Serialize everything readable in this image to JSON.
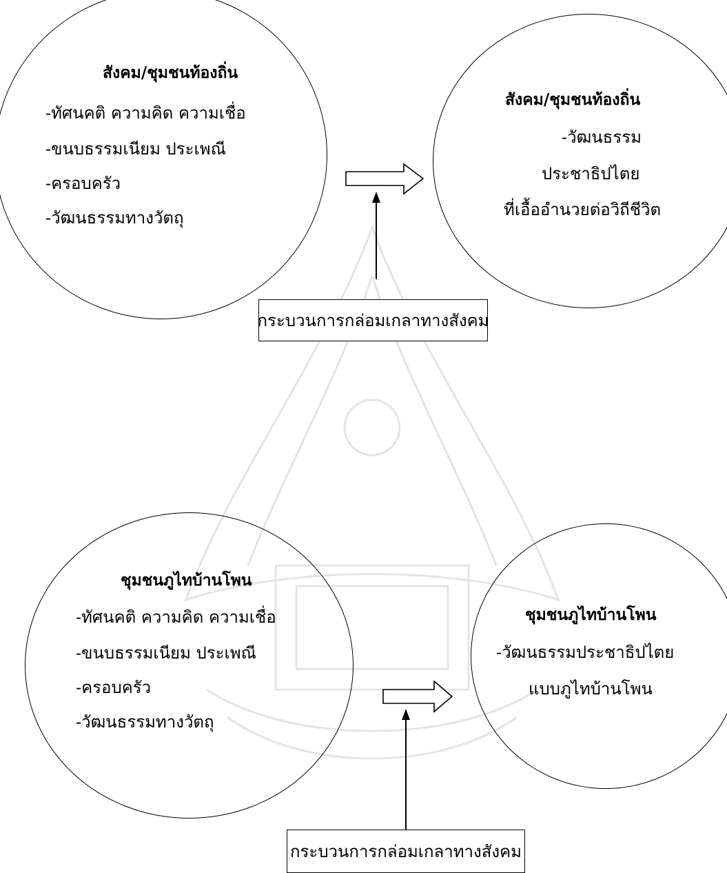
{
  "diagram_top": {
    "left_circle": {
      "title": "สังคม/ชุมชนท้องถิ่น",
      "items": [
        "-ทัศนคติ ความคิด  ความเชื่อ",
        "-ขนบธรรมเนียม ประเพณี",
        "-ครอบครัว",
        "-วัฒนธรรมทางวัตถุ"
      ]
    },
    "right_circle": {
      "title": "สังคม/ชุมชนท้องถิ่น",
      "lines": [
        "-วัฒนธรรม",
        "ประชาธิปไตย",
        "ที่เอื้ออำนวยต่อวิถีชีวิต"
      ]
    },
    "process_box": "กระบวนการกล่อมเกลาทางสังคม"
  },
  "diagram_bottom": {
    "left_circle": {
      "title": "ชุมชนภูไทบ้านโพน",
      "items": [
        "-ทัศนคติ ความคิด  ความเชื่อ",
        "-ขนบธรรมเนียม ประเพณี",
        "-ครอบครัว",
        "-วัฒนธรรมทางวัตถุ"
      ]
    },
    "right_circle": {
      "title": "ชุมชนภูไทบ้านโพน",
      "lines": [
        "-วัฒนธรรมประชาธิปไตย",
        "แบบภูไทบ้านโพน"
      ]
    },
    "process_box": "กระบวนการกล่อมเกลาทางสังคม"
  }
}
